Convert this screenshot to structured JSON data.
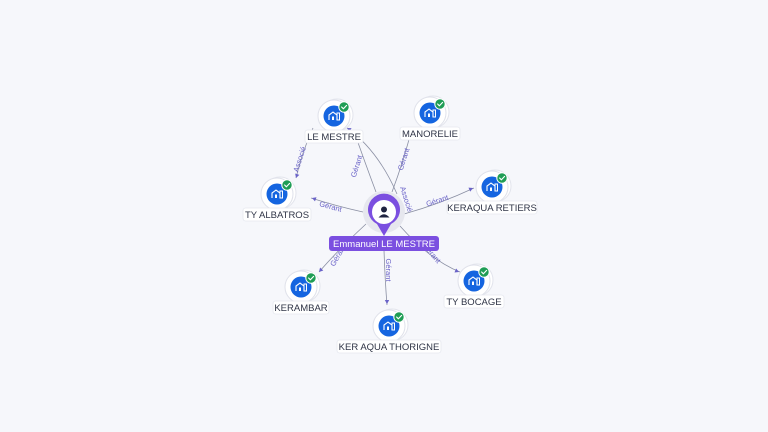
{
  "colors": {
    "background": "#f6f7fb",
    "edge": "#8a8fa3",
    "edge_label": "#6a63c8",
    "company_icon": "#1565e0",
    "verified_badge": "#1f9d55",
    "center_accent": "#7b4fe0"
  },
  "center": {
    "name": "Emmanuel LE MESTRE",
    "icon": "person-icon"
  },
  "companies": [
    {
      "name": "LE MESTRE",
      "icon": "building-icon",
      "badge": "check-icon"
    },
    {
      "name": "MANORELIE",
      "icon": "building-icon",
      "badge": "check-icon"
    },
    {
      "name": "TY ALBATROS",
      "icon": "building-icon",
      "badge": "check-icon"
    },
    {
      "name": "KERAQUA RETIERS",
      "icon": "building-icon",
      "badge": "check-icon"
    },
    {
      "name": "KERAMBAR",
      "icon": "building-icon",
      "badge": "check-icon"
    },
    {
      "name": "TY BOCAGE",
      "icon": "building-icon",
      "badge": "check-icon"
    },
    {
      "name": "KER AQUA THORIGNE",
      "icon": "building-icon",
      "badge": "check-icon"
    }
  ],
  "edges": [
    {
      "from": "center",
      "to": "LE MESTRE",
      "label": "Gérant"
    },
    {
      "from": "center",
      "to": "LE MESTRE",
      "label": "Associé"
    },
    {
      "from": "center",
      "to": "MANORELIE",
      "label": "Gérant"
    },
    {
      "from": "center",
      "to": "TY ALBATROS",
      "label": "Gérant"
    },
    {
      "from": "LE MESTRE",
      "to": "TY ALBATROS",
      "label": "Associé"
    },
    {
      "from": "center",
      "to": "KERAQUA RETIERS",
      "label": "Gérant"
    },
    {
      "from": "center",
      "to": "KERAMBAR",
      "label": "Gérant"
    },
    {
      "from": "center",
      "to": "TY BOCAGE",
      "label": "Gérant"
    },
    {
      "from": "center",
      "to": "KER AQUA THORIGNE",
      "label": "Gérant"
    }
  ]
}
